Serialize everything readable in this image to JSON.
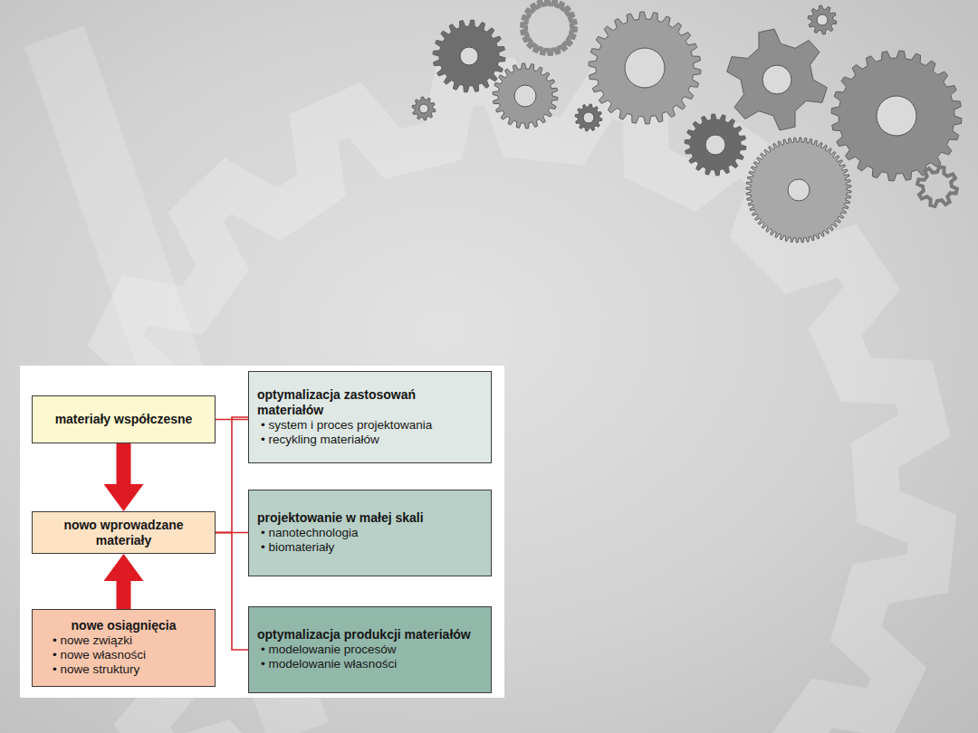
{
  "diagram": {
    "nodes": [
      {
        "text": [
          "materiały współczesne"
        ]
      },
      {
        "text": [
          "nowo wprowadzane materiały"
        ]
      },
      {
        "text": [
          "nowe osiągnięcia",
          "• nowe związki",
          "• nowe własności",
          "• nowe struktury"
        ]
      },
      {
        "text": [
          "optymalizacja zastosowań materiałów",
          "• system i proces projektowania",
          "• recykling materiałów"
        ]
      },
      {
        "text": [
          "projektowanie w małej skali",
          "• nanotechnologia",
          "• biomateriały"
        ]
      },
      {
        "text": [
          "optymalizacja produkcji materiałów",
          "• modelowanie procesów",
          "• modelowanie własności"
        ]
      }
    ],
    "edges": [
      {
        "from": 0,
        "to": 1,
        "arrow": "to"
      },
      {
        "from": 2,
        "to": 1,
        "arrow": "to"
      },
      {
        "from": 0,
        "to": 3,
        "arrow": "none"
      },
      {
        "from": 1,
        "to": 3,
        "arrow": "none"
      },
      {
        "from": 1,
        "to": 4,
        "arrow": "none"
      },
      {
        "from": 1,
        "to": 5,
        "arrow": "none"
      }
    ]
  }
}
